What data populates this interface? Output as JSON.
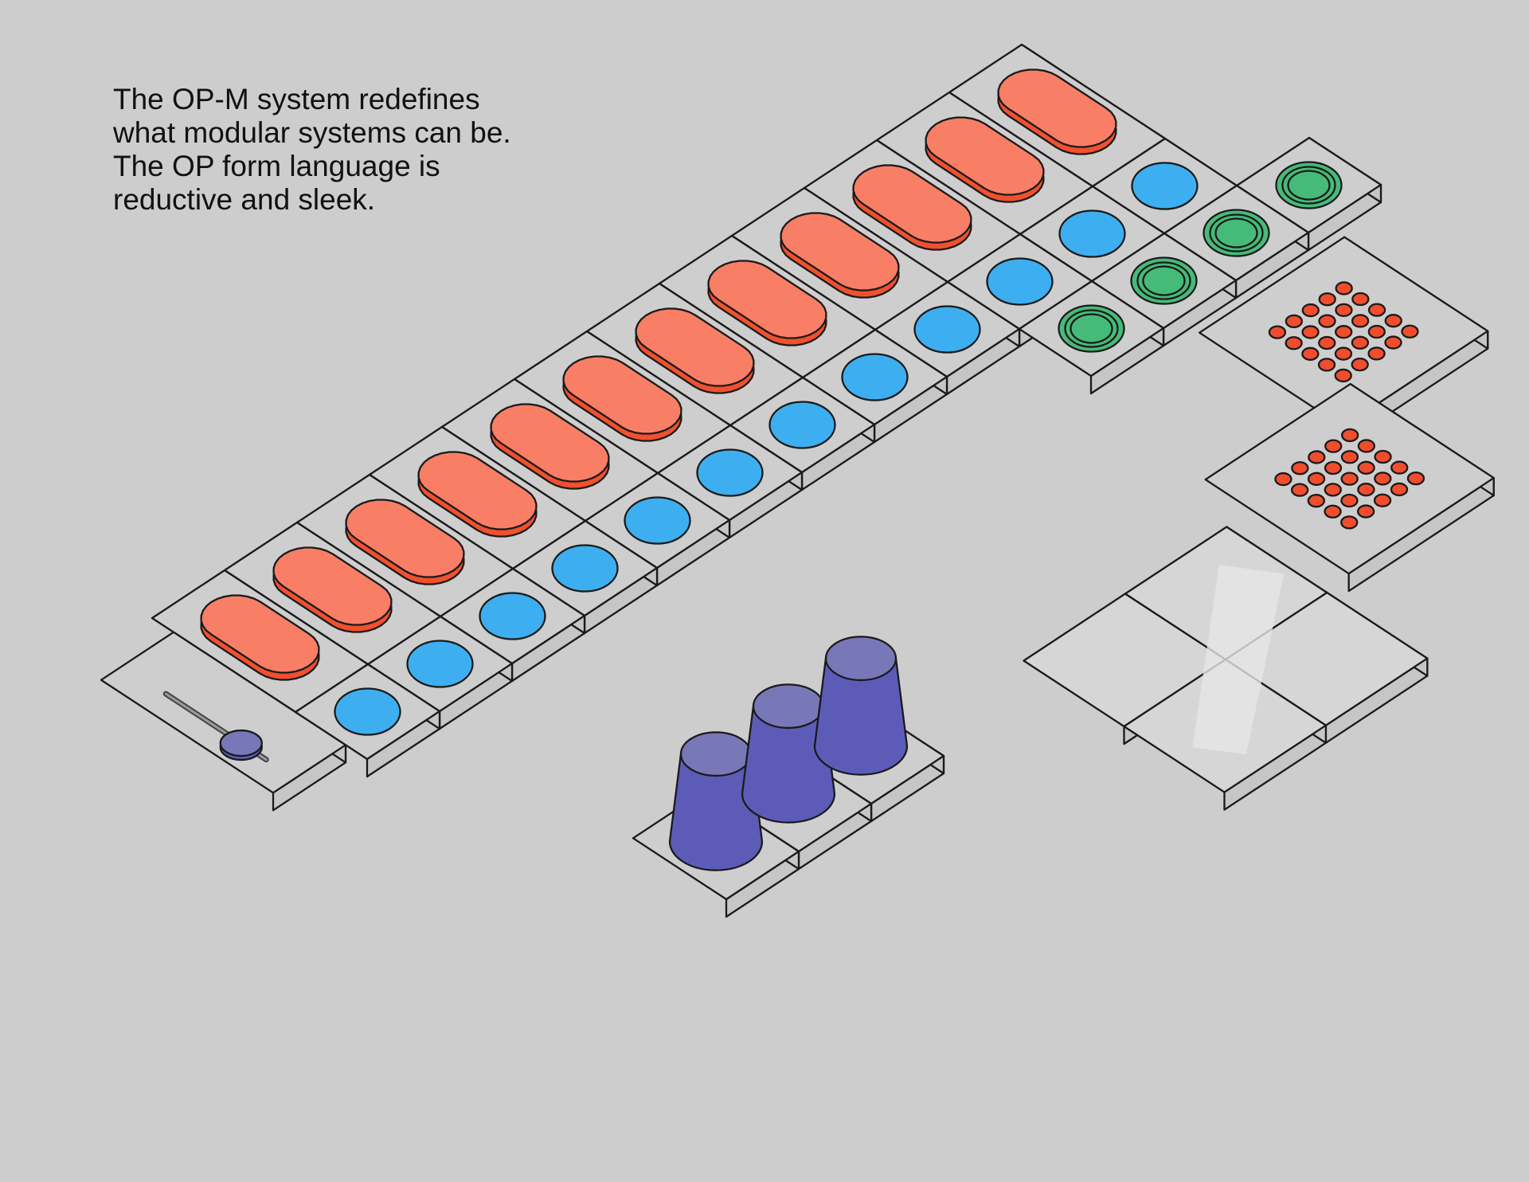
{
  "caption": "The OP-M system redefines what modular systems can be. The OP form language is reductive and sleek.",
  "colors": {
    "background": "#cdcdcd",
    "tile_top": "#cecece",
    "tile_side": "#c6c6c6",
    "outline": "#1a1a1a",
    "pill_top": "#f97e66",
    "pill_side": "#f1502e",
    "blue_button": "#3daff0",
    "green_button": "#46bb79",
    "purple_knob": "#5c5cb8",
    "purple_knob_top": "#7877b8",
    "red_dot": "#ef4d2e",
    "glass": "#d6d6d6",
    "glass_highlight": "#e6e6e6"
  },
  "modules": {
    "keyboard_top_row": {
      "key_count": 12,
      "key": "pill-button"
    },
    "keyboard_bottom_row": {
      "button_count": 12,
      "button": "blue-circle-button"
    },
    "green_buttons": {
      "count": 4
    },
    "dot_speaker_grids": {
      "count": 2,
      "dots_per_grid": 25
    },
    "knobs": {
      "count": 3
    },
    "display_tiles": {
      "count": 4
    },
    "slider": {
      "count": 1
    }
  }
}
